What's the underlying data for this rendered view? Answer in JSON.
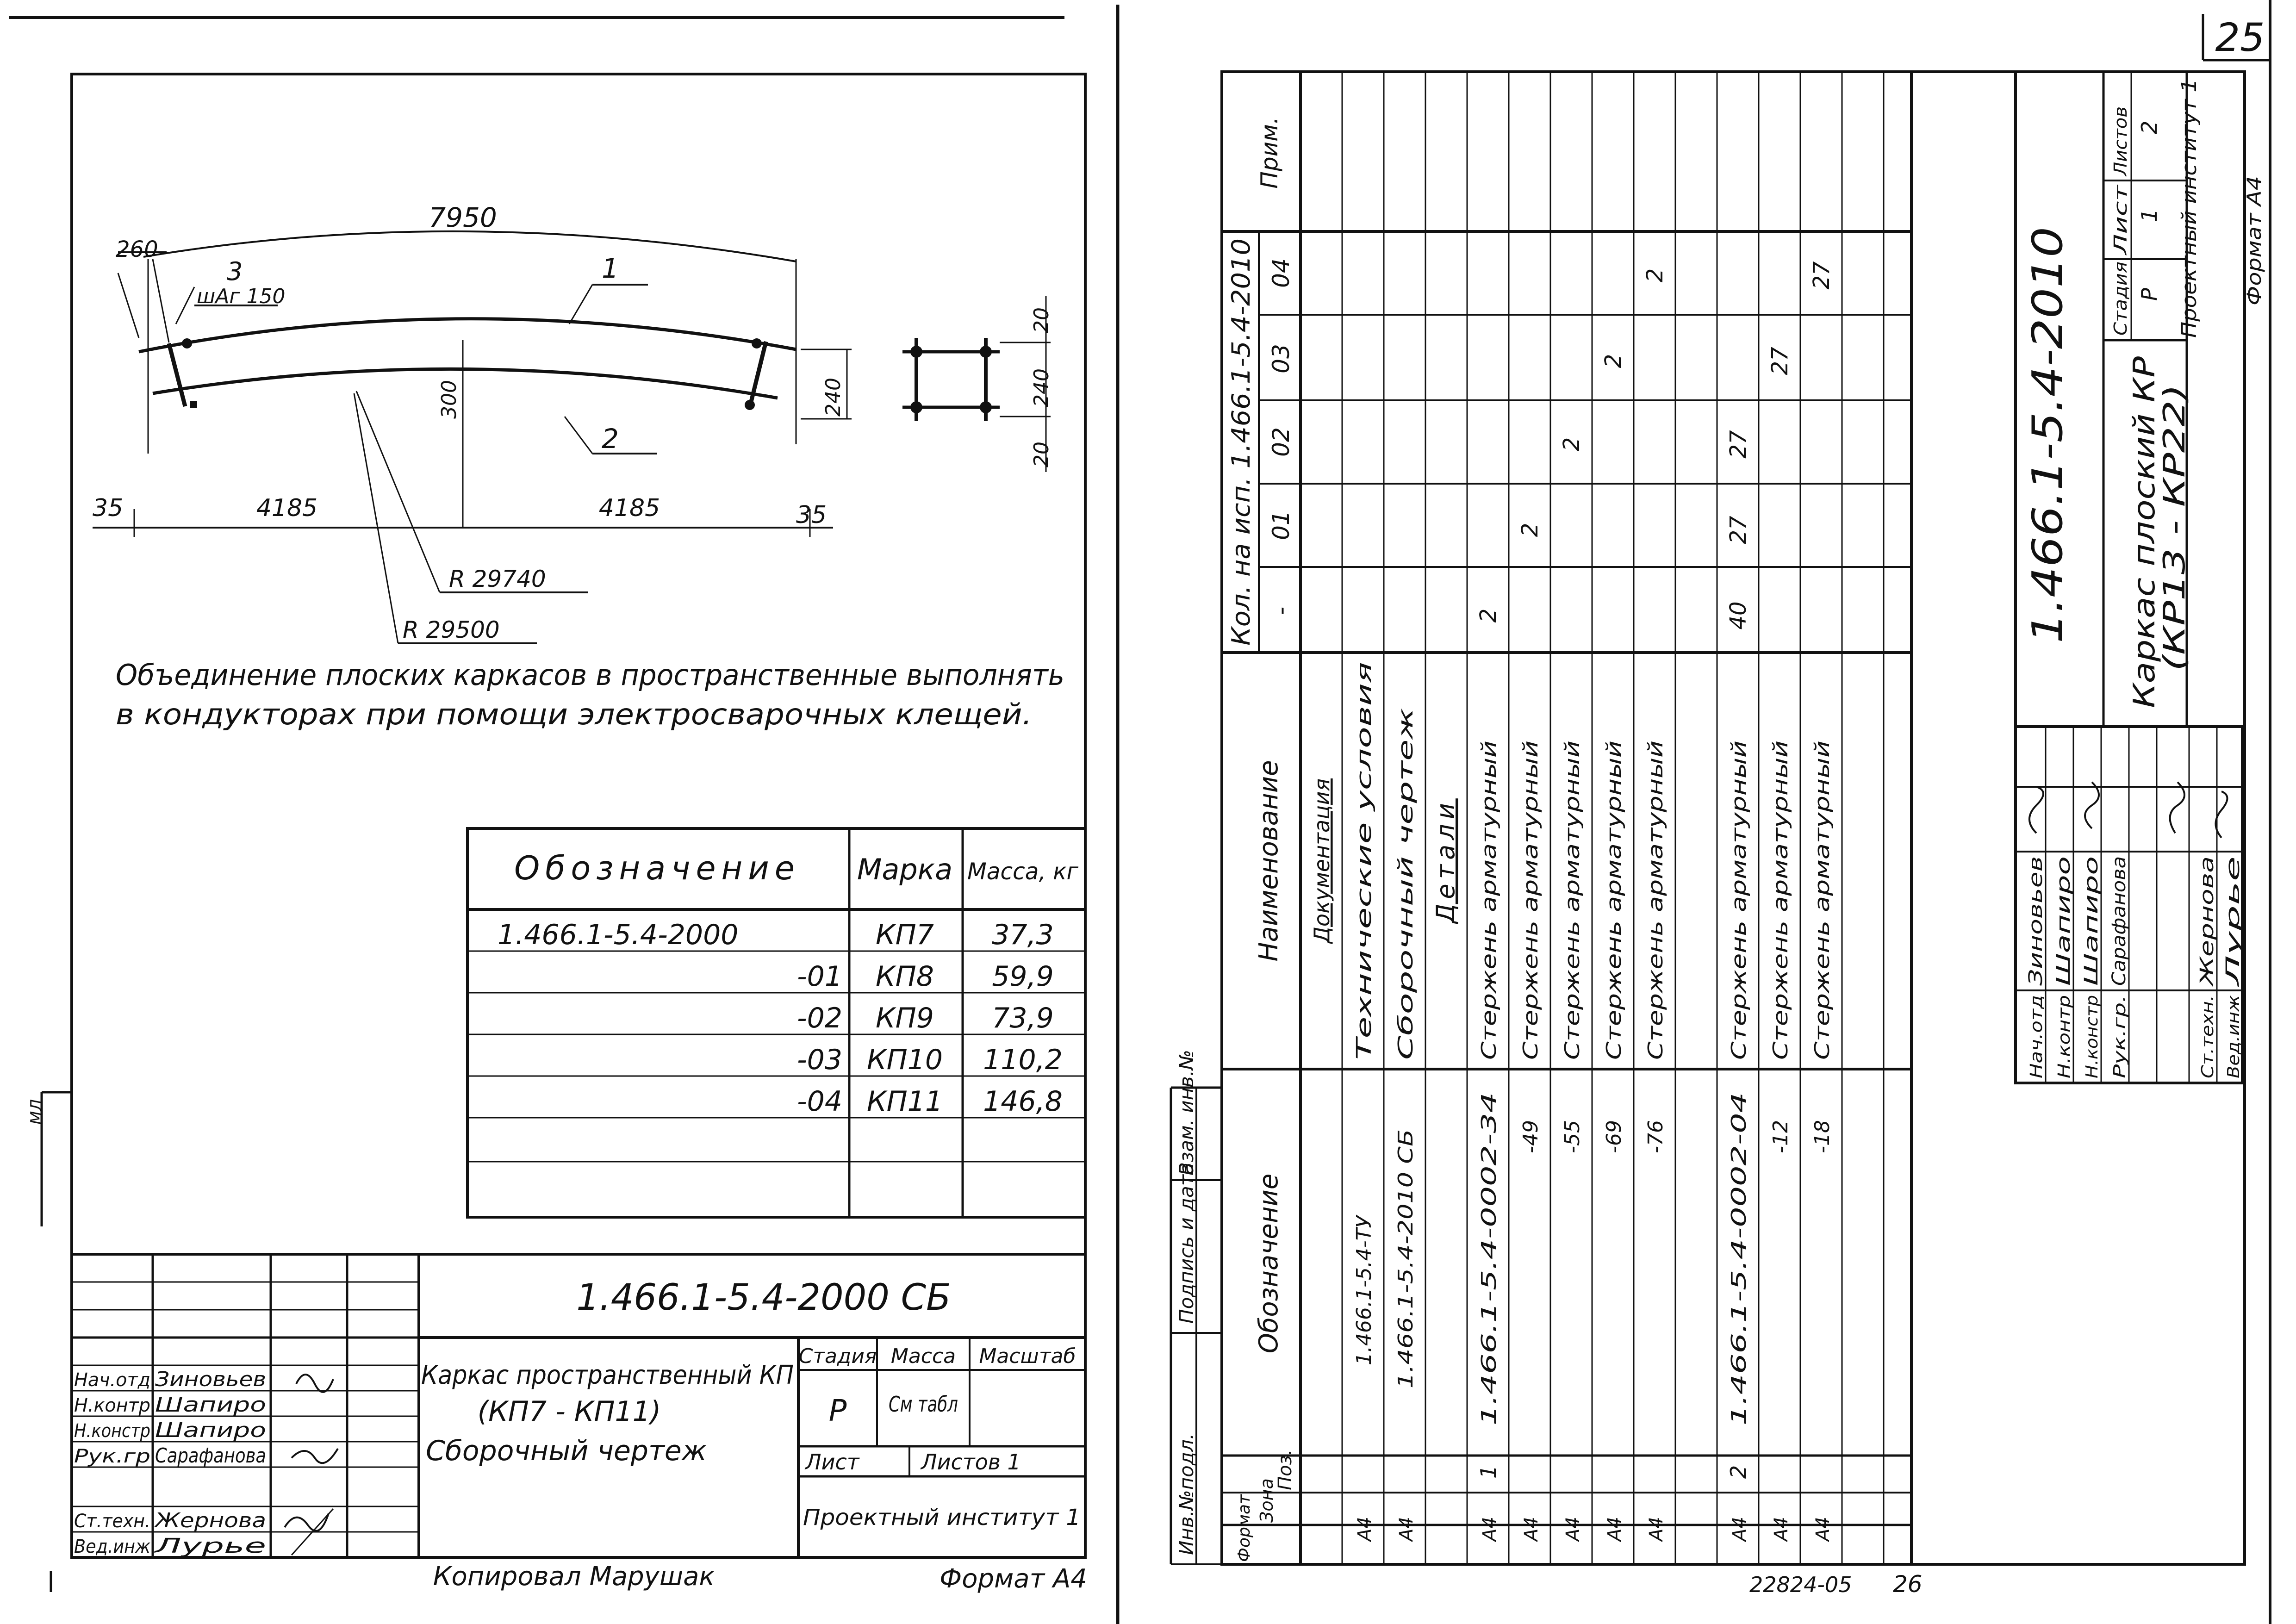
{
  "page_number": "25",
  "left_sheet": {
    "dimensions": {
      "total_length": "7950",
      "offset_top": "260",
      "step_label": "3",
      "step": "шАг 150",
      "pos1": "1",
      "pos2": "2",
      "height_300": "300",
      "height_240": "240",
      "left_end": "35",
      "half_left": "4185",
      "half_right": "4185",
      "right_end": "35",
      "r_outer": "R 29740",
      "r_inner": "R 29500",
      "section_top": "20",
      "section_mid": "240",
      "section_bottom": "20"
    },
    "note_line1": "Объединение плоских каркасов в пространственные выполнять",
    "note_line2": "в кондукторах при помощи электросварочных клещей.",
    "mark_table": {
      "headers": [
        "Обозначение",
        "Марка",
        "Масса, кг"
      ],
      "rows": [
        [
          "1.466.1-5.4-2000",
          "КП7",
          "37,3"
        ],
        [
          "-01",
          "КП8",
          "59,9"
        ],
        [
          "-02",
          "КП9",
          "73,9"
        ],
        [
          "-03",
          "КП10",
          "110,2"
        ],
        [
          "-04",
          "КП11",
          "146,8"
        ]
      ]
    },
    "title_block": {
      "code": "1.466.1-5.4-2000 СБ",
      "name_line1": "Каркас пространственный КП",
      "name_line2": "(КП7 - КП11)",
      "name_line3": "Сборочный чертеж",
      "stage_label": "Стадия",
      "mass_label": "Масса",
      "scale_label": "Масштаб",
      "stage_value": "Р",
      "mass_value": "См табл",
      "sheet_label": "Лист",
      "sheets_label": "Листов 1",
      "org": "Проектный институт 1",
      "roles": [
        "Нач.отд",
        "Н.контр",
        "Н.констр",
        "Рук.гр",
        "Ст.техн.",
        "Вед.инж"
      ],
      "names": [
        "Зиновьев",
        "Шапиро",
        "Шапиро",
        "Сарафанова",
        "Жернова",
        "Лурье"
      ]
    },
    "side_mark": "МЛ",
    "copied_by": "Копировал Марушак",
    "format": "Формат А4"
  },
  "right_sheet": {
    "spec_headers": {
      "format": "Формат",
      "zone": "Зона",
      "pos": "Поз.",
      "designation": "Обозначение",
      "name": "Наименование",
      "qty": "Кол. на исп. 1.466.1-5.4-2010",
      "variants": [
        "-",
        "01",
        "02",
        "03",
        "04"
      ],
      "note": "Прим."
    },
    "spec_rows": [
      {
        "fmt": "",
        "pos": "",
        "des": "",
        "name": "Документация",
        "q": [
          "",
          "",
          "",
          "",
          ""
        ]
      },
      {
        "fmt": "А4",
        "pos": "",
        "des": "1.466.1-5.4-ТУ",
        "name": "Технические условия",
        "q": [
          "",
          "",
          "",
          "",
          ""
        ]
      },
      {
        "fmt": "А4",
        "pos": "",
        "des": "1.466.1-5.4-2010 СБ",
        "name": "Сборочный чертеж",
        "q": [
          "",
          "",
          "",
          "",
          ""
        ]
      },
      {
        "fmt": "",
        "pos": "",
        "des": "",
        "name": "Детали",
        "q": [
          "",
          "",
          "",
          "",
          ""
        ]
      },
      {
        "fmt": "А4",
        "pos": "1",
        "des": "1.466.1-5.4-0002-34",
        "name": "Стержень арматурный",
        "q": [
          "2",
          "",
          "",
          "",
          ""
        ]
      },
      {
        "fmt": "А4",
        "pos": "",
        "des": "-49",
        "name": "Стержень арматурный",
        "q": [
          "",
          "2",
          "",
          "",
          ""
        ]
      },
      {
        "fmt": "А4",
        "pos": "",
        "des": "-55",
        "name": "Стержень арматурный",
        "q": [
          "",
          "",
          "2",
          "",
          ""
        ]
      },
      {
        "fmt": "А4",
        "pos": "",
        "des": "-69",
        "name": "Стержень арматурный",
        "q": [
          "",
          "",
          "",
          "2",
          ""
        ]
      },
      {
        "fmt": "А4",
        "pos": "",
        "des": "-76",
        "name": "Стержень арматурный",
        "q": [
          "",
          "",
          "",
          "",
          "2"
        ]
      },
      {
        "fmt": "",
        "pos": "",
        "des": "",
        "name": "",
        "q": [
          "",
          "",
          "",
          "",
          ""
        ]
      },
      {
        "fmt": "А4",
        "pos": "2",
        "des": "1.466.1-5.4-0002-04",
        "name": "Стержень арматурный",
        "q": [
          "40",
          "27",
          "27",
          "",
          ""
        ]
      },
      {
        "fmt": "А4",
        "pos": "",
        "des": "-12",
        "name": "Стержень арматурный",
        "q": [
          "",
          "",
          "",
          "27",
          ""
        ]
      },
      {
        "fmt": "А4",
        "pos": "",
        "des": "-18",
        "name": "Стержень арматурный",
        "q": [
          "",
          "",
          "",
          "",
          "27"
        ]
      }
    ],
    "side_labels": [
      "Инв.№подл.",
      "Подпись и дата",
      "Взам. инв.№"
    ],
    "title_block": {
      "code": "1.466.1-5.4-2010",
      "name_line1": "Каркас плоский КР",
      "name_line2": "(КР13 - КР22)",
      "stage_label": "Стадия",
      "sheet_label": "Лист",
      "sheets_label": "Листов",
      "stage_value": "Р",
      "sheet_value": "1",
      "sheets_value": "2",
      "org": "Проектный институт 1",
      "roles": [
        "Нач.отд",
        "Н.контр",
        "Н.констр",
        "Рук.гр.",
        "Ст.техн.",
        "Вед.инж"
      ],
      "names": [
        "Зиновьев",
        "Шапиро",
        "Шапиро",
        "Сарафанова",
        "Жернова",
        "Лурье"
      ],
      "format": "Формат А4"
    },
    "bottom_code": "22824-05",
    "bottom_page": "26"
  }
}
